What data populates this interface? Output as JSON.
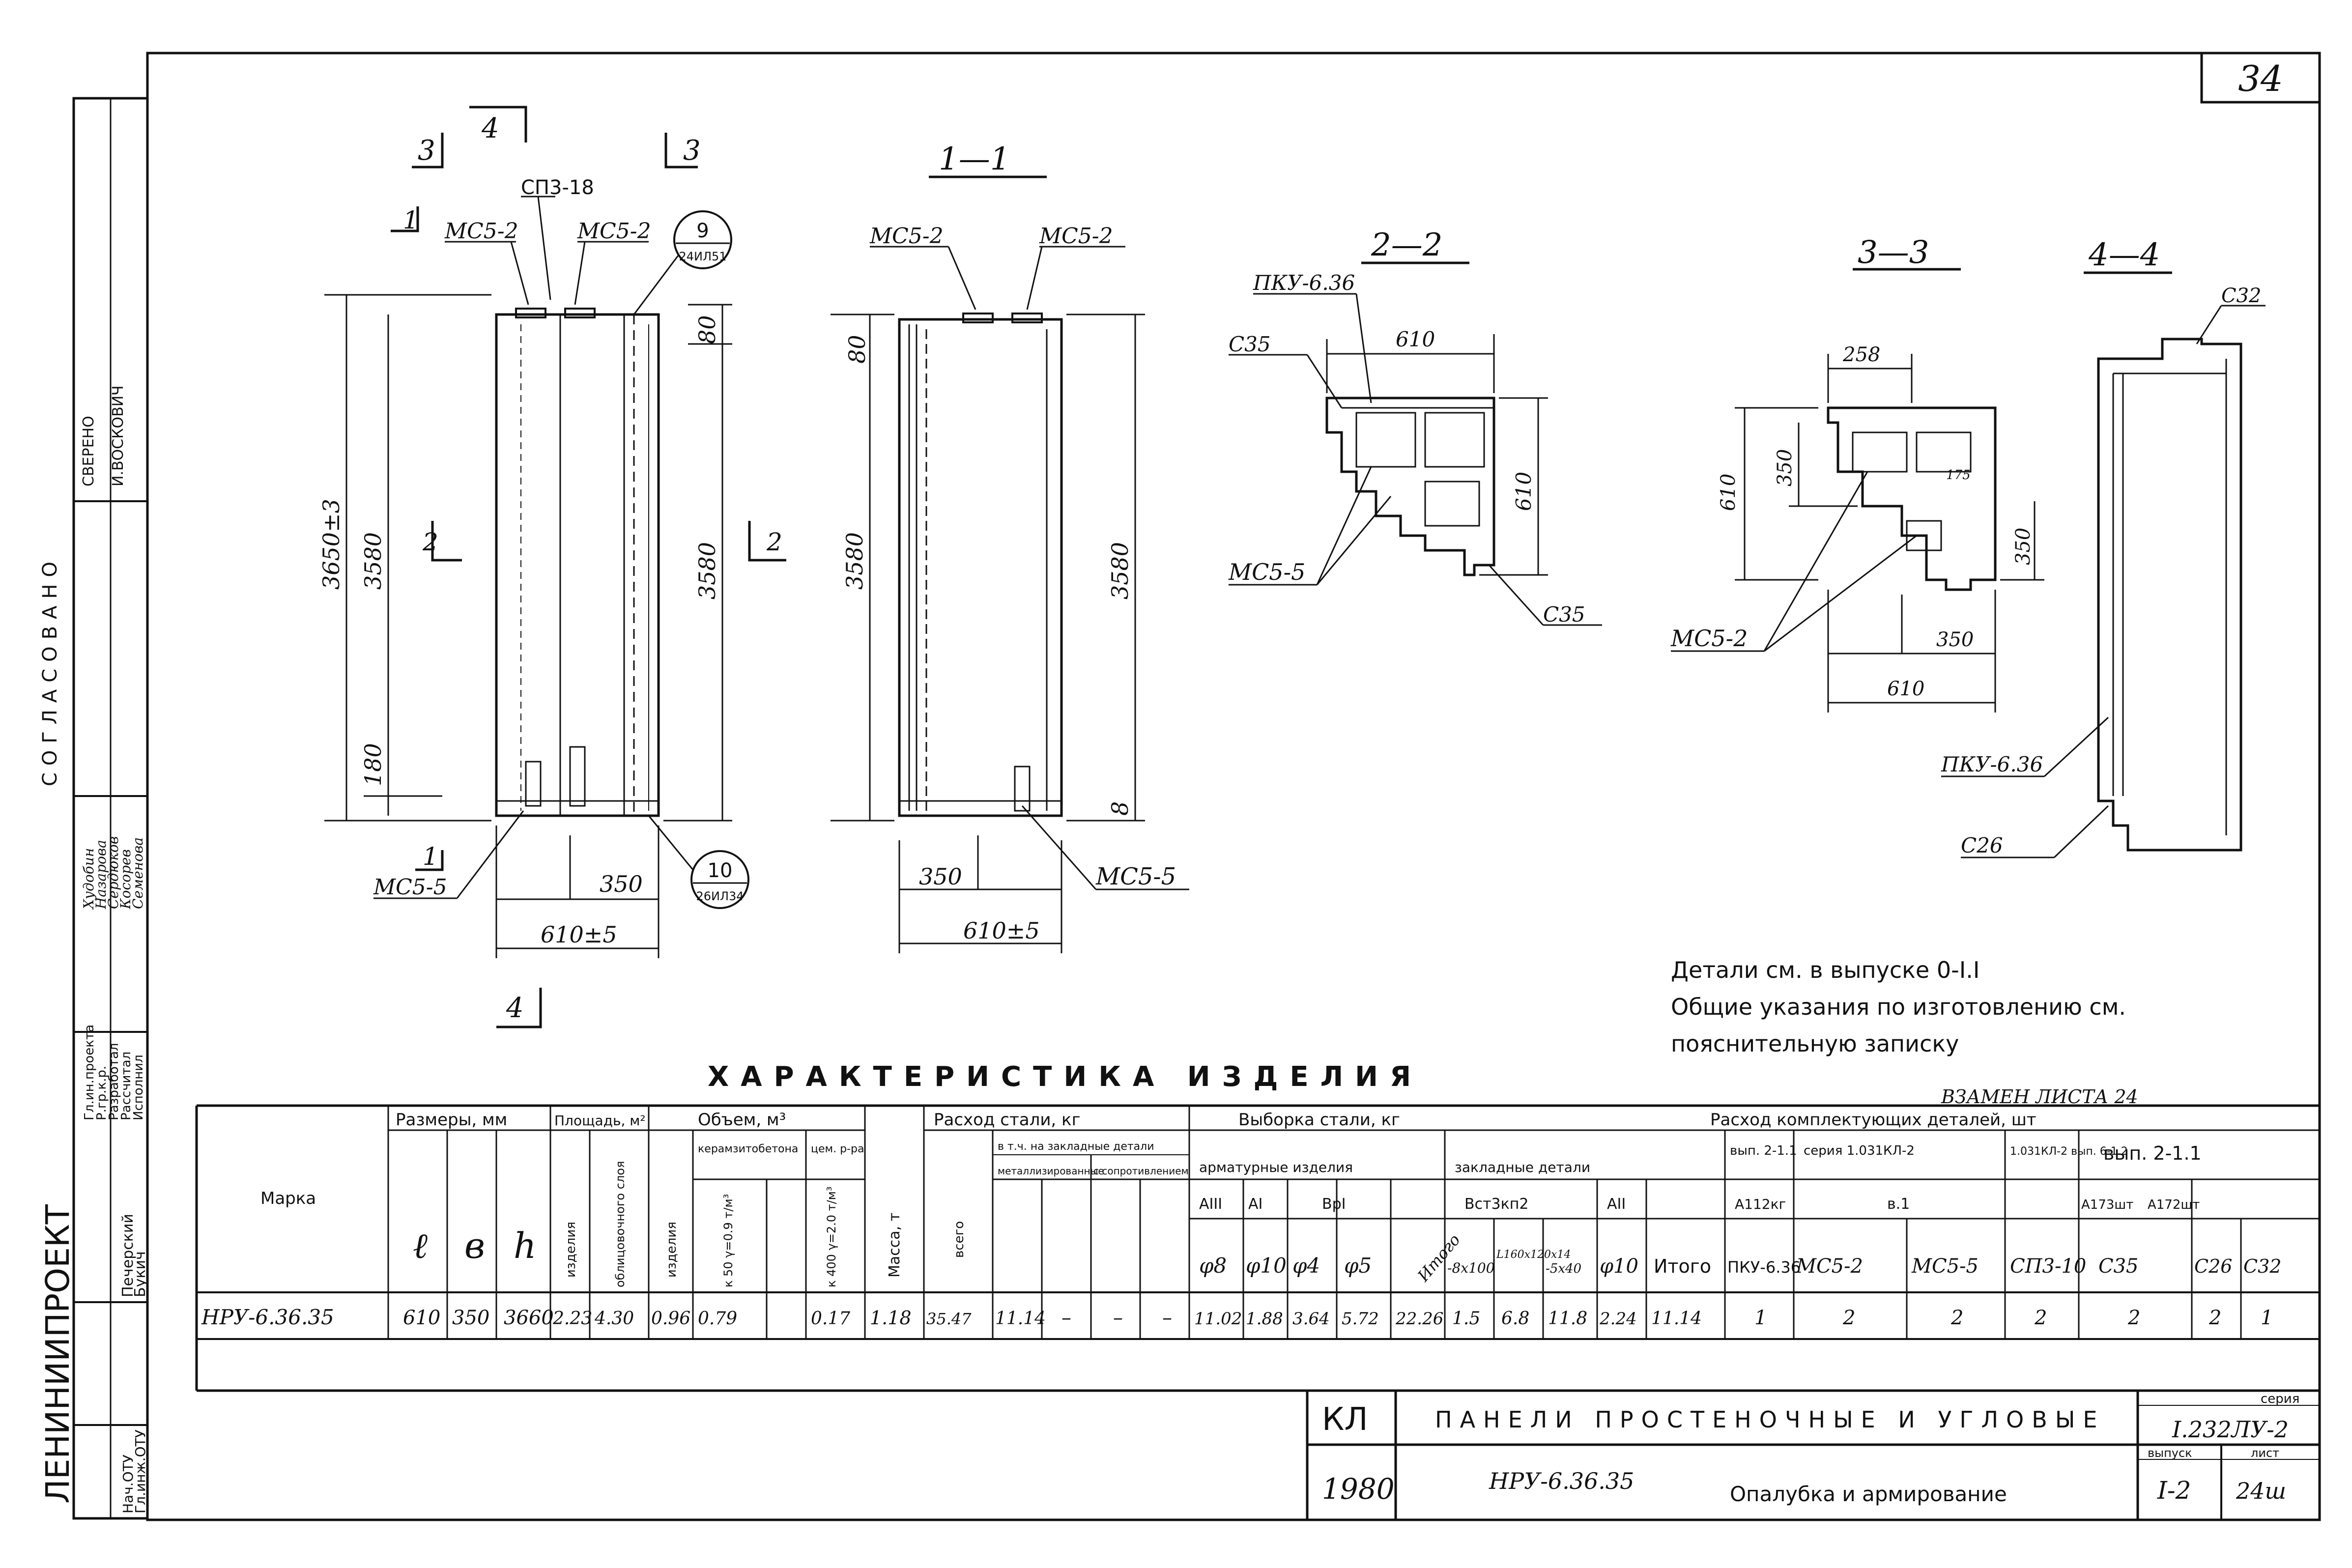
{
  "sheet_number": "34",
  "views": {
    "elev": {
      "section_marks": [
        "3",
        "4",
        "3",
        "1",
        "2",
        "2",
        "1",
        "4"
      ],
      "callouts": [
        "СП3-18",
        "МС5-2",
        "МС5-2",
        "МС5-5"
      ],
      "dims": [
        "3650±3",
        "3580",
        "3580",
        "180",
        "80",
        "350",
        "610±5"
      ],
      "bubbles": [
        {
          "n": "9",
          "sub": "24ИЛ51"
        },
        {
          "n": "10",
          "sub": "26ИЛ34"
        }
      ]
    },
    "s11": {
      "title": "1—1",
      "callouts": [
        "МС5-2",
        "МС5-2",
        "МС5-5"
      ],
      "dims": [
        "80",
        "3580",
        "3580",
        "8",
        "350",
        "610±5"
      ]
    },
    "s22": {
      "title": "2—2",
      "callouts": [
        "ПКУ-6.36",
        "С35",
        "МС5-5",
        "С35"
      ],
      "dims": [
        "610",
        "610"
      ]
    },
    "s33": {
      "title": "3—3",
      "callouts": [
        "МС5-2"
      ],
      "dims": [
        "258",
        "610",
        "350",
        "350",
        "610",
        "350",
        "175"
      ]
    },
    "s44": {
      "title": "4—4",
      "callouts": [
        "С32",
        "ПКУ-6.36",
        "С26"
      ]
    }
  },
  "notes": [
    "Детали см. в выпуске 0-I.I",
    "Общие указания по изготовлению см.",
    "пояснительную записку"
  ],
  "table_title": "ХАРАКТЕРИСТИКА ИЗДЕЛИЯ",
  "replaces": "ВЗАМЕН ЛИСТА 24",
  "table": {
    "marka": "Марка",
    "razmery": "Размеры, мм",
    "l": "ℓ",
    "b": "в",
    "h": "h",
    "ploshad": "Площадь, м²",
    "izdelia": "изделия",
    "oblic": "облицовочного слоя",
    "obem": "Объем, м³",
    "obem_izd": "изделия",
    "keramzit": "керамзитобетона",
    "cem": "цем. р-ра",
    "k50": "к 50 γ=0.9 т/м³",
    "k400": "к 400 γ=2.0 т/м³",
    "massa": "Масса, т",
    "rashod": "Расход стали, кг",
    "vsego": "всего",
    "vtch": "в т.ч. на закладные детали",
    "metallizir": "металлизированные",
    "sopr": "с сопротивлением",
    "vyborka": "Выборка стали, кг",
    "armat": "арматурные изделия",
    "zaklad": "закладные детали",
    "rashod_kompl": "Расход комплектующих деталей, шт",
    "kompl_h": [
      "вып. 2-1.1",
      "серия 1.031КЛ-2",
      "1.031КЛ-2 вып. 6-1.2",
      "вып. 2-1.1"
    ],
    "sub_a": [
      "АIII",
      "АI",
      "ВрI"
    ],
    "sub_b": [
      "Вст3кп2",
      "АII"
    ],
    "kompl_sub": [
      "А112кг",
      "в.1",
      "А173шт",
      "А172шт"
    ],
    "col_heads": [
      "φ8",
      "φ10",
      "φ4",
      "φ5",
      "Итого",
      "-8х100",
      "L160x120x14",
      "-5х40",
      "φ10",
      "Итого",
      "ПКУ-6.36",
      "МС5-2",
      "МС5-5",
      "СП3-10",
      "С35",
      "С26",
      "С32"
    ],
    "row": {
      "mark": "НРУ-6.36.35",
      "vals": [
        "610",
        "350",
        "3660",
        "2.23",
        "4.30",
        "0.96",
        "0.79",
        "",
        "0.17",
        "1.18",
        "35.47",
        "11.14",
        "–",
        "–",
        "–",
        "11.02",
        "1.88",
        "3.64",
        "5.72",
        "22.26",
        "1.5",
        "6.8",
        "11.8",
        "2.24",
        "11.14",
        "1",
        "2",
        "2",
        "2",
        "2",
        "2",
        "1"
      ]
    }
  },
  "stamp": {
    "kl": "КЛ",
    "year": "1980",
    "title": "ПАНЕЛИ ПРОСТЕНОЧНЫЕ И УГЛОВЫЕ",
    "mark": "НРУ-6.36.35",
    "subtitle": "Опалубка и армирование",
    "seria_h": "серия",
    "seria": "I.232ЛУ-2",
    "vyp_h": "выпуск",
    "vyp": "I-2",
    "list_h": "лист",
    "list": "24ш"
  },
  "sidebar": {
    "org": "ЛЕНИНИИПРОЕКТ",
    "soglas": "СОГЛАСОВАНО",
    "roles": [
      "Нач.ОТУ",
      "Гл.инж.ОТУ",
      "Гл.ин.проекта",
      "Р.гр.к.р.",
      "Разработал",
      "Рассчитал",
      "Исполнил",
      "Печерский",
      "Букич"
    ],
    "names": [
      "Худобин",
      "Назарова",
      "Сердюков",
      "Косорев",
      "Семенова"
    ],
    "top": [
      "СВЕРЕНО",
      "И.ВОСКОВИЧ"
    ]
  }
}
